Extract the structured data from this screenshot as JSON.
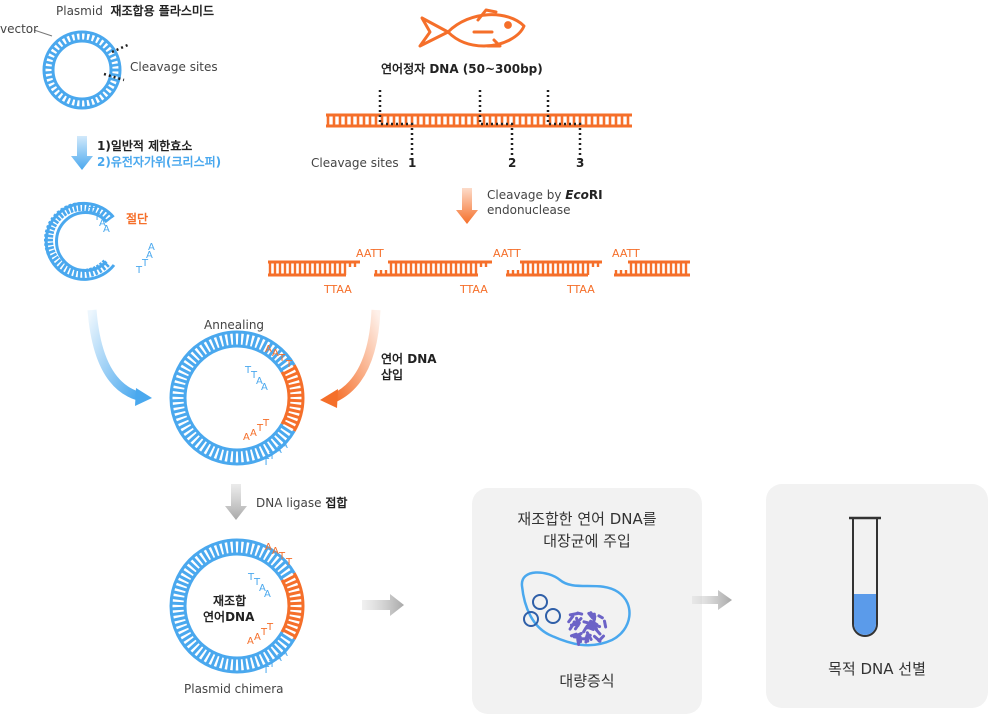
{
  "colors": {
    "blue": "#4aa8ee",
    "orange": "#f56f2a",
    "gray": "#bdbdbd",
    "card": "#f2f2f2",
    "purple": "#6c63c7",
    "tube_liquid": "#5b9bea"
  },
  "icons": [
    "salmon-icon",
    "bacteria-icon",
    "test-tube-icon",
    "arrow-icon"
  ],
  "plasmid": {
    "label_en": "Plasmid",
    "label_ko": "재조합용 플라스미드",
    "vector_label": "vector",
    "cleavage_label": "Cleavage sites",
    "step1": "1)일반적 제한효소",
    "step2": "2)유전자가위(크리스퍼)",
    "cut_label": "절단",
    "sticky_top": [
      "T",
      "T",
      "A",
      "A"
    ],
    "sticky_bottom": [
      "A",
      "A",
      "T",
      "T"
    ]
  },
  "salmon": {
    "dna_label": "연어정자 DNA (50~300bp)",
    "cleavage_label": "Cleavage sites",
    "site_numbers": [
      "1",
      "2",
      "3"
    ],
    "cleavage_by": "Cleavage by ",
    "enzyme": "Eco",
    "enzyme_suffix": "RI",
    "endonuclease": "endonuclease",
    "aatt": "AATT",
    "ttaa": "TTAA"
  },
  "annealing": {
    "label": "Annealing",
    "insert_line1": "연어 DNA",
    "insert_line2": "삽입",
    "letters_a": [
      "A",
      "A",
      "T",
      "T"
    ],
    "letters_t": [
      "T",
      "T",
      "A",
      "A"
    ]
  },
  "ligase": {
    "label": "DNA ligase ",
    "bold": "접합"
  },
  "chimera": {
    "center_line1": "재조합",
    "center_line2": "연어DNA",
    "caption": "Plasmid chimera"
  },
  "card1": {
    "line1": "재조합한 연어 DNA를",
    "line2": "대장균에 주입",
    "bottom": "대량증식"
  },
  "card2": {
    "bottom": "목적 DNA 선별"
  }
}
